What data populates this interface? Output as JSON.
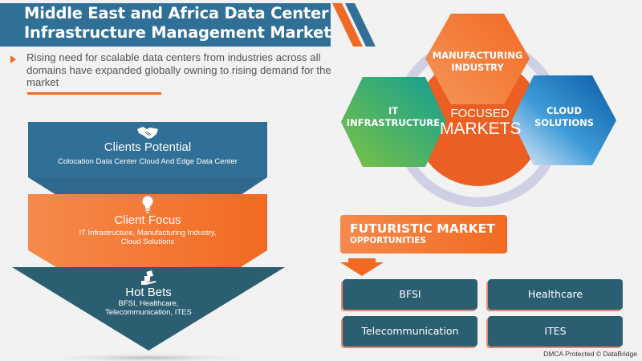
{
  "header": {
    "title_line1": "Middle East and Africa Data Center",
    "title_line2": "Infrastructure Management Market",
    "description": "Rising need for scalable data centers from industries across all domains have expanded globally owning to rising demand for the market"
  },
  "funnel": [
    {
      "title": "Clients Potential",
      "subtitle": "Colocation Data Center Cloud And Edge Data Center",
      "icon": "handshake-icon",
      "color": "#306f96"
    },
    {
      "title": "Client Focus",
      "subtitle": "IT Infrastructure, Manufacturing Industry, Cloud Solutions",
      "icon": "lightbulb-icon",
      "color": "#f26a21"
    },
    {
      "title": "Hot Bets",
      "subtitle": "BFSI, Healthcare, Telecommunication, ITES",
      "icon": "hand-holding-box-icon",
      "color": "#2c5e72"
    }
  ],
  "focused_markets": {
    "center_line1": "FOCUSED",
    "center_line2": "MARKETS",
    "top": "MANUFACTURING INDUSTRY",
    "top_line1": "MANUFACTURING",
    "top_line2": "INDUSTRY",
    "left_line1": "IT",
    "left_line2": "INFRASTRUCTURE",
    "right_line1": "CLOUD",
    "right_line2": "SOLUTIONS"
  },
  "futuristic": {
    "title": "FUTURISTIC MARKET",
    "subtitle": "OPPORTUNITIES",
    "items": [
      "BFSI",
      "Healthcare",
      "Telecommunication",
      "ITES"
    ]
  },
  "footer": {
    "dmca": "DMCA Protected © DataBridge"
  },
  "colors": {
    "blue": "#306f96",
    "orange": "#f26a21",
    "teal": "#2c5e72",
    "green": "#3fb36b",
    "ring": "#cfd0e3"
  }
}
